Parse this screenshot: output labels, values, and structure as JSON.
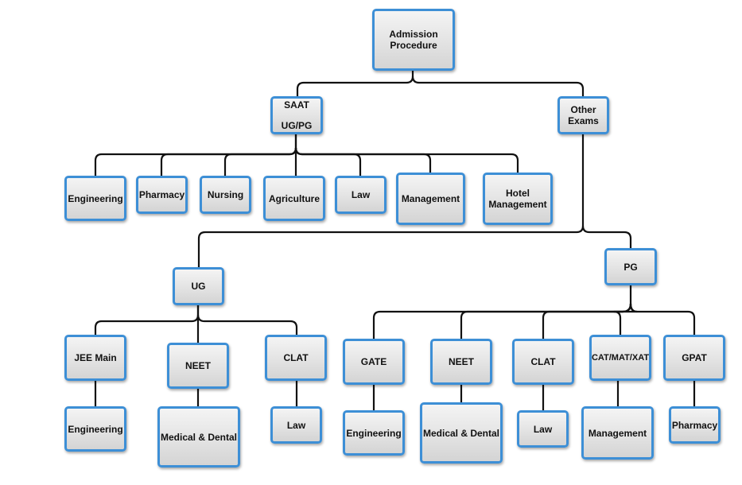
{
  "nodes": {
    "admission": {
      "line1": "Admission",
      "line2": "Procedure"
    },
    "saat": {
      "line1": "SAAT",
      "line2": "UG/PG"
    },
    "other_exams": {
      "line1": "Other",
      "line2": "Exams"
    },
    "saat_streams": [
      "Engineering",
      "Pharmacy",
      "Nursing",
      "Agriculture",
      "Law",
      "Management"
    ],
    "hotel_management": {
      "line1": "Hotel",
      "line2": "Management"
    },
    "ug": "UG",
    "pg": "PG",
    "ug_exams": [
      "JEE Main",
      "NEET",
      "CLAT"
    ],
    "ug_results": [
      "Engineering",
      "Medical & Dental",
      "Law"
    ],
    "pg_exams": [
      "GATE",
      "NEET",
      "CLAT",
      "CAT/MAT/XAT",
      "GPAT"
    ],
    "pg_results": [
      "Engineering",
      "Medical & Dental",
      "Law",
      "Management",
      "Pharmacy"
    ]
  },
  "colors": {
    "border": "#3d8fd6",
    "connector": "#111111",
    "fill_top": "#f4f4f4",
    "fill_bottom": "#d4d4d4"
  }
}
